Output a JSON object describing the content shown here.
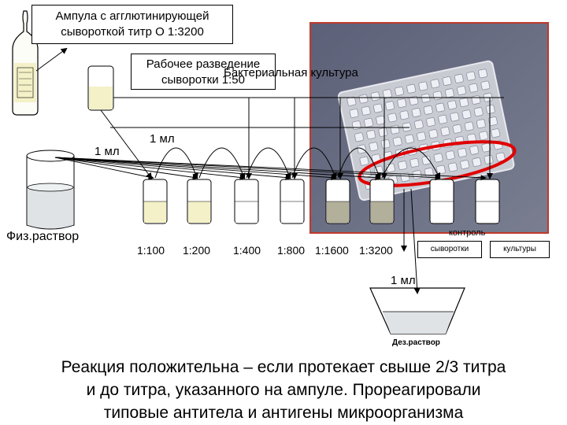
{
  "ampoule_box": {
    "line1": "Ампула с агглютинирующей",
    "line2": "сывороткой титр О 1:3200"
  },
  "working_box": {
    "line1": "Рабочее разведение",
    "line2": "сыворотки  1:50"
  },
  "bacterial_culture": "Бактериальная культура",
  "volume_label": "1 мл",
  "saline_label": "Физ.раствор",
  "dilutions": [
    "1:100",
    "1:200",
    "1:400",
    "1:800",
    "1:1600",
    "1:3200"
  ],
  "control": {
    "title": "контроль",
    "serum": "сыворотки",
    "culture": "культуры"
  },
  "disinfectant_label": "Дез.раствор",
  "caption": {
    "line1": "Реакция положительна – если протекает свыше 2/3 титра",
    "line2": "и до титра, указанного на ампуле. Прореагировали",
    "line3": "типовые антитела и антигены микроорганизма"
  },
  "colors": {
    "photo_bg": "#6a6e82",
    "photo_border": "#c0392b",
    "highlight": "#e00000",
    "serum": "#f4f1c8",
    "reacted": "#b2af9a"
  }
}
